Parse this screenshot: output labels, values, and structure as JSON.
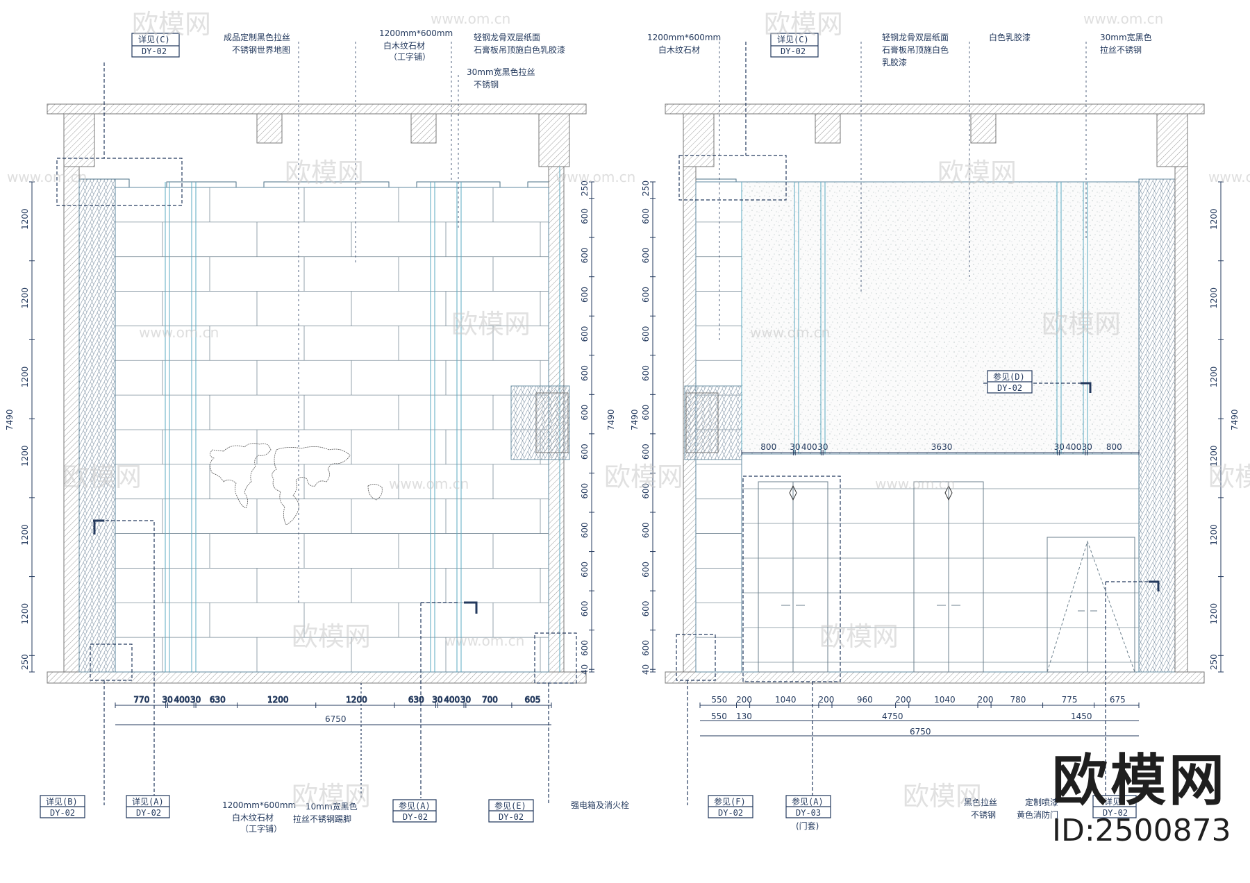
{
  "left": {
    "notes": {
      "n1a": "成品定制黑色拉丝",
      "n1b": "不锈钢世界地图",
      "n2a": "1200mm*600mm",
      "n2b": "白木纹石材",
      "n2c": "（工字铺）",
      "n3a": "轻钢龙骨双层纸面",
      "n3b": "石膏板吊顶施白色乳胶漆",
      "n4a": "30mm宽黑色拉丝",
      "n4b": "不锈钢",
      "b1a": "1200mm*600mm",
      "b1b": "白木纹石材",
      "b1c": "（工字铺）",
      "b2a": "10mm宽黑色",
      "b2b": "拉丝不锈钢踢脚"
    },
    "tags": {
      "top_c": {
        "t": "详见(C)",
        "s": "DY-02"
      },
      "b_b": {
        "t": "详见(B)",
        "s": "DY-02"
      },
      "b_a": {
        "t": "详见(A)",
        "s": "DY-02"
      },
      "b_a2": {
        "t": "参见(A)",
        "s": "DY-02"
      },
      "b_e": {
        "t": "参见(E)",
        "s": "DY-02"
      }
    },
    "bottom_dims": [
      "770",
      "30",
      "400",
      "30",
      "630",
      "1200",
      "1200",
      "630",
      "30",
      "400",
      "30",
      "700",
      "605"
    ],
    "total": "6750",
    "vdims": [
      "1200",
      "1200",
      "1200",
      "1200",
      "1200",
      "1200",
      "250"
    ],
    "height": "7490",
    "rdims": [
      "250",
      "600",
      "600",
      "600",
      "600",
      "600",
      "600",
      "600",
      "600",
      "600",
      "600",
      "600",
      "600",
      "40"
    ]
  },
  "right": {
    "notes": {
      "n1a": "1200mm*600mm",
      "n1b": "白木纹石材",
      "n2a": "轻钢龙骨双层纸面",
      "n2b": "石膏板吊顶施白色",
      "n2c": "乳胶漆",
      "n3": "白色乳胶漆",
      "n4a": "30mm宽黑色",
      "n4b": "拉丝不锈钢",
      "b1": "强电箱及消火栓",
      "b2a": "黑色拉丝",
      "b2b": "不锈钢",
      "b3a": "定制喷漆",
      "b3b": "黄色消防门"
    },
    "tags": {
      "top_c": {
        "t": "详见(C)",
        "s": "DY-02"
      },
      "mid_d": {
        "t": "参见(D)",
        "s": "DY-02"
      },
      "b_f": {
        "t": "参见(F)",
        "s": "DY-02"
      },
      "b_a": {
        "t": "参见(A)",
        "s": "DY-03",
        "x": "(门套)"
      },
      "b_x": {
        "t": "详见",
        "s": "DY-02"
      }
    },
    "mid_dims": [
      "800",
      "30",
      "400",
      "30",
      "3630",
      "30",
      "400",
      "30",
      "800"
    ],
    "bottom_dims": [
      "550",
      "200",
      "1040",
      "200",
      "960",
      "200",
      "1040",
      "200",
      "780",
      "775",
      "675"
    ],
    "dims2": [
      "550",
      "130",
      "4750",
      "1450"
    ],
    "total": "6750",
    "vdims": [
      "1200",
      "1200",
      "1200",
      "1200",
      "1200",
      "1200",
      "250"
    ],
    "height": "7490",
    "ldims": [
      "250",
      "600",
      "600",
      "600",
      "600",
      "600",
      "600",
      "600",
      "600",
      "600",
      "600",
      "600",
      "600",
      "40"
    ]
  },
  "watermark": {
    "text": "欧模网",
    "url": "www.om.cn"
  },
  "brand": {
    "name": "欧模网",
    "id": "ID:2500873"
  }
}
